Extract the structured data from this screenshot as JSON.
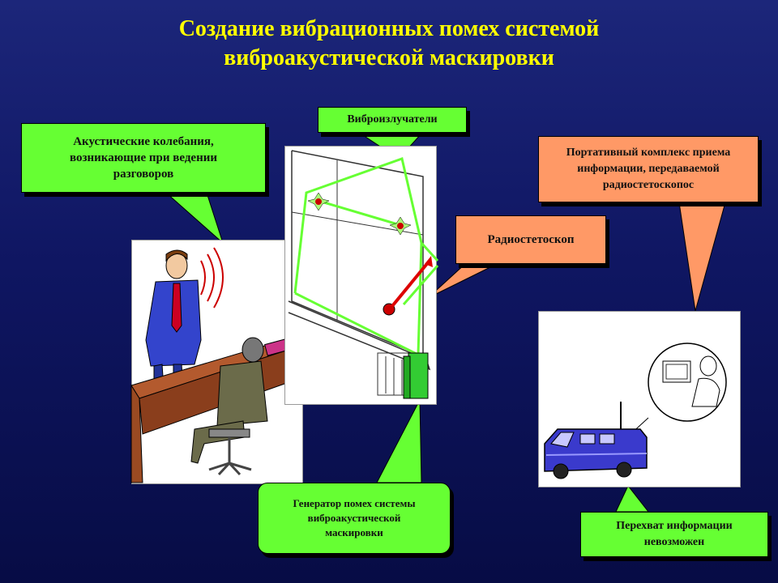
{
  "slide": {
    "title_line1": "Создание вибрационных помех  системой",
    "title_line2": "виброакустической маскировки"
  },
  "callouts": {
    "acoustic": {
      "line1": "Акустические колебания,",
      "line2": "возникающие при ведении",
      "line3": "разговоров"
    },
    "emitters": "Виброизлучатели",
    "stethoscope": "Радиостетоскоп",
    "portable": {
      "line1": "Портативный комплекс приема",
      "line2": "информации, передаваемой",
      "line3": "радиостетоскопос"
    },
    "generator": {
      "line1": "Генератор помех системы",
      "line2": "виброакустической",
      "line3": "маскировки"
    },
    "intercept": {
      "line1": "Перехват информации",
      "line2": "невозможен"
    }
  },
  "colors": {
    "title": "#ffff00",
    "callout_green": "#66ff33",
    "callout_orange": "#ff9966",
    "vibration_line": "#66ff33",
    "desk": "#b35a2e",
    "van": "#3a3acc"
  }
}
